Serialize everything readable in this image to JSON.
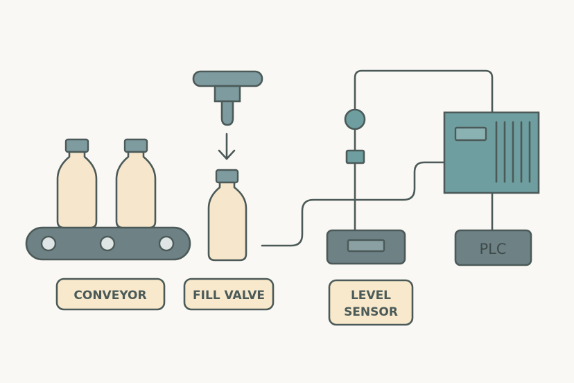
{
  "labels": {
    "conveyor": "CONVEYOR",
    "fill_valve": "FILL VALVE",
    "level_sensor_line1": "LEVEL",
    "level_sensor_line2": "SENSOR",
    "plc": "PLC"
  },
  "colors": {
    "background": "#faf8f4",
    "outline": "#4b5a58",
    "steel_blue": "#7e9ba0",
    "teal": "#6f9ea0",
    "slate": "#6e8185",
    "bottle_fill": "#f6e6cc",
    "cap_fill": "#7e9ba0",
    "label_fill": "#f8e9cc"
  },
  "icons": [
    "bottle-icon",
    "conveyor-belt-icon",
    "fill-nozzle-icon",
    "down-arrow-icon",
    "sensor-valve-icon",
    "plc-cabinet-icon"
  ]
}
